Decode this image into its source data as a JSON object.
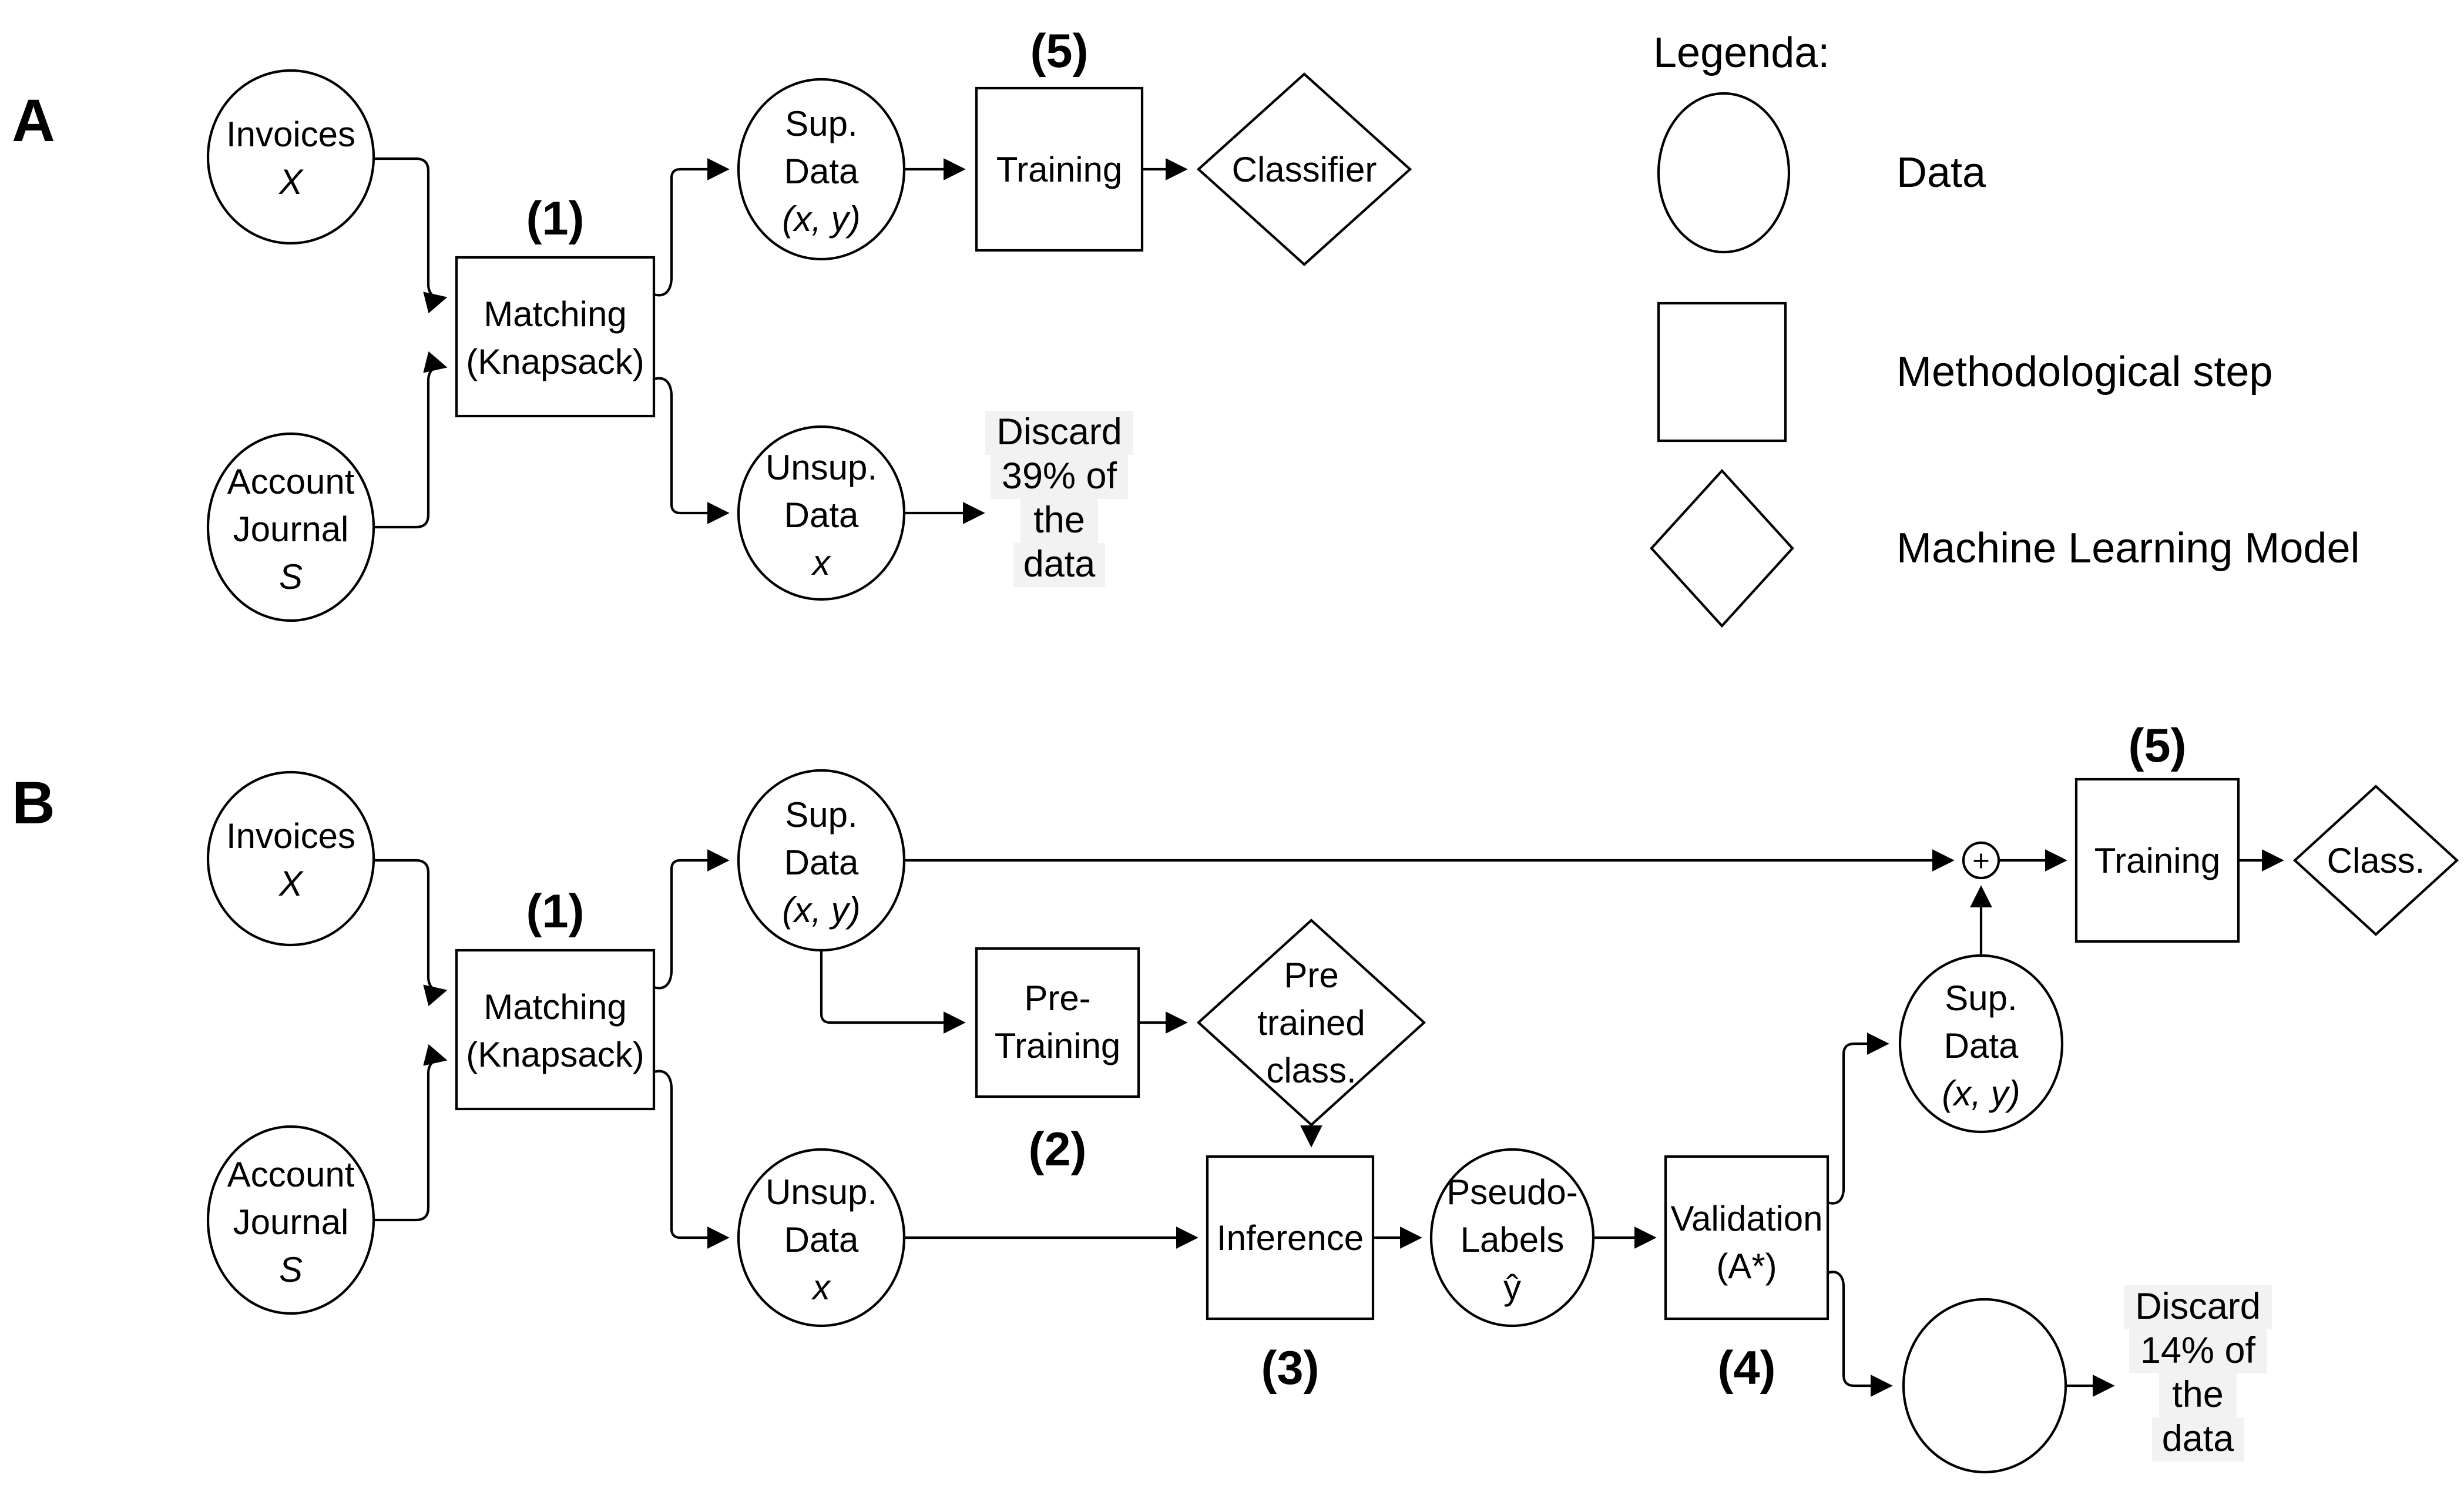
{
  "section_a": {
    "label": "A",
    "invoices": {
      "line1": "Invoices",
      "line2": "X"
    },
    "account": {
      "line1": "Account",
      "line2": "Journal",
      "line3": "S"
    },
    "step1_label": "(1)",
    "matching": {
      "line1": "Matching",
      "line2": "(Knapsack)"
    },
    "sup_data": {
      "line1": "Sup.",
      "line2": "Data",
      "line3": "(x, y)"
    },
    "step5_label": "(5)",
    "training": {
      "label": "Training"
    },
    "classifier": {
      "label": "Classifier"
    },
    "unsup_data": {
      "line1": "Unsup.",
      "line2": "Data",
      "line3": "x"
    },
    "discard": {
      "line1": "Discard",
      "line2": "39% of",
      "line3": "the",
      "line4": "data"
    }
  },
  "section_b": {
    "label": "B",
    "invoices": {
      "line1": "Invoices",
      "line2": "X"
    },
    "account": {
      "line1": "Account",
      "line2": "Journal",
      "line3": "S"
    },
    "step1_label": "(1)",
    "matching": {
      "line1": "Matching",
      "line2": "(Knapsack)"
    },
    "sup_data": {
      "line1": "Sup.",
      "line2": "Data",
      "line3": "(x, y)"
    },
    "pre_training": {
      "line1": "Pre-",
      "line2": "Training"
    },
    "step2_label": "(2)",
    "pretrained_class": {
      "line1": "Pre",
      "line2": "trained",
      "line3": "class."
    },
    "inference": {
      "label": "Inference"
    },
    "step3_label": "(3)",
    "pseudo_labels": {
      "line1": "Pseudo-",
      "line2": "Labels",
      "line3": "ŷ"
    },
    "validation": {
      "line1": "Validation",
      "line2": "(A*)"
    },
    "step4_label": "(4)",
    "sup_data2": {
      "line1": "Sup.",
      "line2": "Data",
      "line3": "(x, y)"
    },
    "merge_plus": "+",
    "step5_label": "(5)",
    "training": {
      "label": "Training"
    },
    "classifier": {
      "label": "Class."
    },
    "unsup_data2": {
      "line1": "Unsup.",
      "line2": "Data",
      "line3": "x"
    },
    "discard": {
      "line1": "Discard",
      "line2": "14% of",
      "line3": "the",
      "line4": "data"
    }
  },
  "legend": {
    "title": "Legenda:",
    "items": [
      {
        "icon": "circle",
        "label": "Data"
      },
      {
        "icon": "square",
        "label": "Methodological step"
      },
      {
        "icon": "diamond",
        "label": "Machine Learning Model"
      }
    ]
  },
  "colors": {
    "stroke": "#000000",
    "background": "#ffffff",
    "discard_highlight": "#f2f2f2"
  }
}
